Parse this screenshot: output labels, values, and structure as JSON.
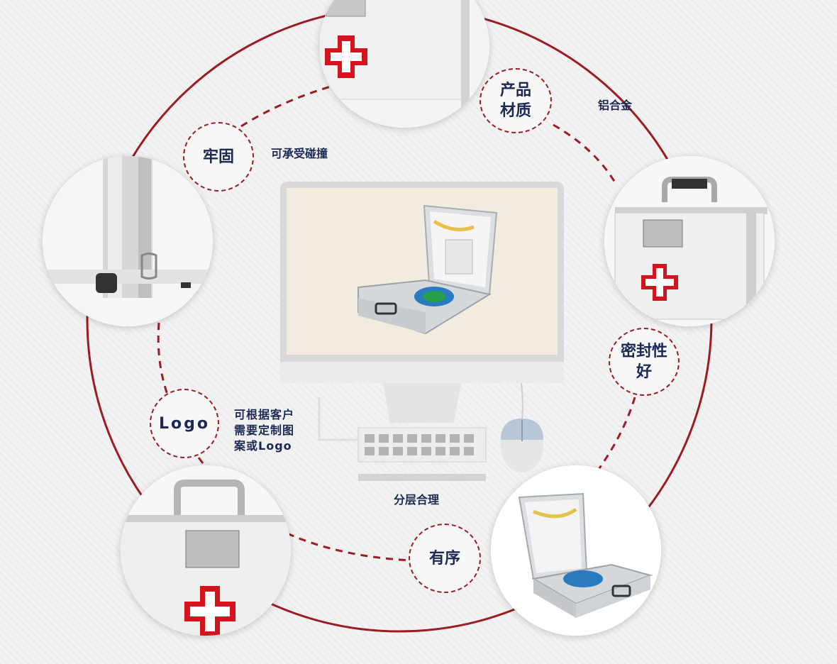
{
  "features": {
    "material": {
      "title": "产品\n材质",
      "text": "铝合金"
    },
    "sturdy": {
      "title": "牢固",
      "text": "可承受碰撞"
    },
    "seal": {
      "title": "密封性\n好",
      "text": ""
    },
    "logo": {
      "title": "Logo",
      "text": "可根据客户\n需要定制图\n案或Logo"
    },
    "order": {
      "title": "有序",
      "text": "分层合理"
    }
  },
  "colors": {
    "ring": "#9b1c22",
    "text": "#1a2a55",
    "cross": "#d8121c"
  },
  "icons": [
    "red-cross-icon",
    "monitor-icon",
    "keyboard-icon",
    "mouse-icon"
  ]
}
